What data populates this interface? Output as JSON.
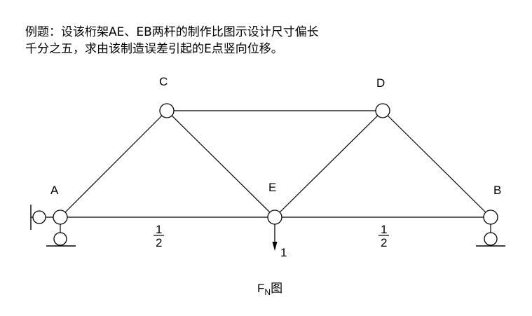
{
  "problem": {
    "line1": "例题：设该桁架AE、EB两杆的制作比图示设计尺寸偏长",
    "line2": "千分之五，求由该制造误差引起的E点竖向位移。"
  },
  "nodes": {
    "A": "A",
    "B": "B",
    "C": "C",
    "D": "D",
    "E": "E"
  },
  "members": [
    {
      "from": "A",
      "to": "E",
      "label_num": "1",
      "label_den": "2"
    },
    {
      "from": "E",
      "to": "B",
      "label_num": "1",
      "label_den": "2"
    },
    {
      "from": "A",
      "to": "C"
    },
    {
      "from": "C",
      "to": "D"
    },
    {
      "from": "C",
      "to": "E"
    },
    {
      "from": "D",
      "to": "E"
    },
    {
      "from": "D",
      "to": "B"
    }
  ],
  "load": {
    "label": "1"
  },
  "caption": {
    "main": "F",
    "sub": "N",
    "suffix": "图"
  }
}
